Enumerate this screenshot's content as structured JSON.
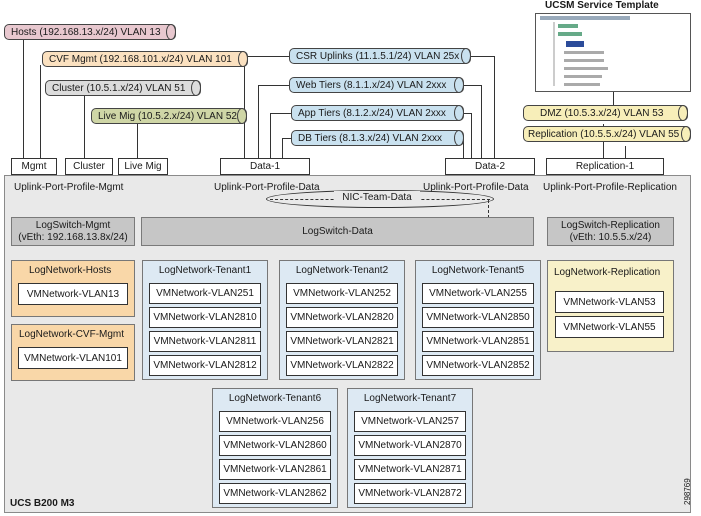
{
  "template": {
    "title": "UCSM Service Template"
  },
  "vlans": {
    "hosts": "Hosts (192.168.13.x/24)  VLAN 13",
    "cvf": "CVF Mgmt (192.168.101.x/24)  VLAN 101",
    "cluster": "Cluster (10.5.1.x/24)  VLAN 51",
    "livemig": "Live Mig (10.5.2.x/24)  VLAN 52",
    "csr": "CSR Uplinks (11.1.5.1/24)  VLAN 25x",
    "web": "Web Tiers (8.1.1.x/24)  VLAN 2xxx",
    "app": "App Tiers (8.1.2.x/24)  VLAN 2xxx",
    "db": "DB Tiers (8.1.3.x/24)  VLAN 2xxx",
    "dmz": "DMZ (10.5.3.x/24)  VLAN 53",
    "replication": "Replication (10.5.5.x/24)  VLAN 55"
  },
  "tabs": [
    "Mgmt",
    "Cluster",
    "Live Mig",
    "Data-1",
    "Data-2",
    "Replication-1"
  ],
  "uplinks": {
    "mgmt": "Uplink-Port-Profile-Mgmt",
    "data_left": "Uplink-Port-Profile-Data",
    "data_right": "Uplink-Port-Profile-Data",
    "replication": "Uplink-Port-Profile-Replication",
    "nic_team": "NIC-Team-Data"
  },
  "switches": {
    "mgmt_line1": "LogSwitch-Mgmt",
    "mgmt_line2": "(vEth: 192.168.13.8x/24)",
    "data": "LogSwitch-Data",
    "repl_line1": "LogSwitch-Replication",
    "repl_line2": "(vEth: 10.5.5.x/24)"
  },
  "networks": {
    "hosts": {
      "title": "LogNetwork-Hosts",
      "vms": [
        "VMNetwork-VLAN13"
      ]
    },
    "cvf": {
      "title": "LogNetwork-CVF-Mgmt",
      "vms": [
        "VMNetwork-VLAN101"
      ]
    },
    "tenant1": {
      "title": "LogNetwork-Tenant1",
      "vms": [
        "VMNetwork-VLAN251",
        "VMNetwork-VLAN2810",
        "VMNetwork-VLAN2811",
        "VMNetwork-VLAN2812"
      ]
    },
    "tenant2": {
      "title": "LogNetwork-Tenant2",
      "vms": [
        "VMNetwork-VLAN252",
        "VMNetwork-VLAN2820",
        "VMNetwork-VLAN2821",
        "VMNetwork-VLAN2822"
      ]
    },
    "tenant5": {
      "title": "LogNetwork-Tenant5",
      "vms": [
        "VMNetwork-VLAN255",
        "VMNetwork-VLAN2850",
        "VMNetwork-VLAN2851",
        "VMNetwork-VLAN2852"
      ]
    },
    "tenant6": {
      "title": "LogNetwork-Tenant6",
      "vms": [
        "VMNetwork-VLAN256",
        "VMNetwork-VLAN2860",
        "VMNetwork-VLAN2861",
        "VMNetwork-VLAN2862"
      ]
    },
    "tenant7": {
      "title": "LogNetwork-Tenant7",
      "vms": [
        "VMNetwork-VLAN257",
        "VMNetwork-VLAN2870",
        "VMNetwork-VLAN2871",
        "VMNetwork-VLAN2872"
      ]
    },
    "replication": {
      "title": "LogNetwork-Replication",
      "vms": [
        "VMNetwork-VLAN53",
        "VMNetwork-VLAN55"
      ]
    }
  },
  "footer": {
    "server": "UCS B200 M3",
    "figure_id": "298769"
  },
  "colors": {
    "hosts": "#e8c8cf",
    "cvf": "#fbe1c0",
    "cluster": "#dcdcdc",
    "livemig": "#cfd6a6",
    "tier": "#c9e1ef",
    "dmz": "#f7eeb9",
    "orange_panel": "#f9d7a8",
    "yellow_panel": "#f8f1c9",
    "blue_panel": "#dde9f3"
  }
}
